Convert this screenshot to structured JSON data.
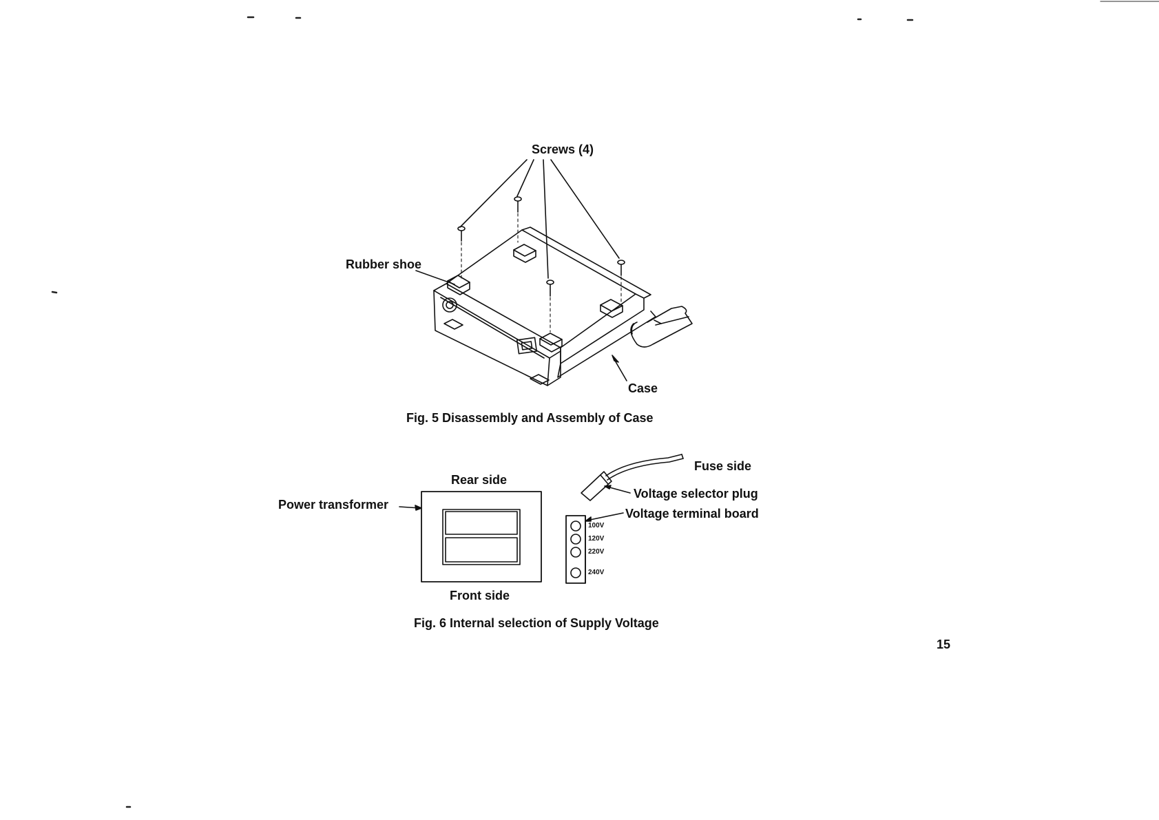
{
  "fig5": {
    "screws_label": "Screws (4)",
    "rubber_shoe_label": "Rubber shoe",
    "case_label": "Case",
    "caption": "Fig. 5 Disassembly and Assembly of Case"
  },
  "fig6": {
    "rear_side_label": "Rear side",
    "front_side_label": "Front side",
    "power_transformer_label": "Power transformer",
    "fuse_side_label": "Fuse side",
    "voltage_selector_plug_label": "Voltage selector plug",
    "voltage_terminal_board_label": "Voltage terminal board",
    "terminals": [
      "100V",
      "120V",
      "220V",
      "240V"
    ],
    "caption": "Fig. 6 Internal selection of Supply Voltage"
  },
  "page_number": "15",
  "colors": {
    "ink": "#111111",
    "paper": "#ffffff"
  }
}
